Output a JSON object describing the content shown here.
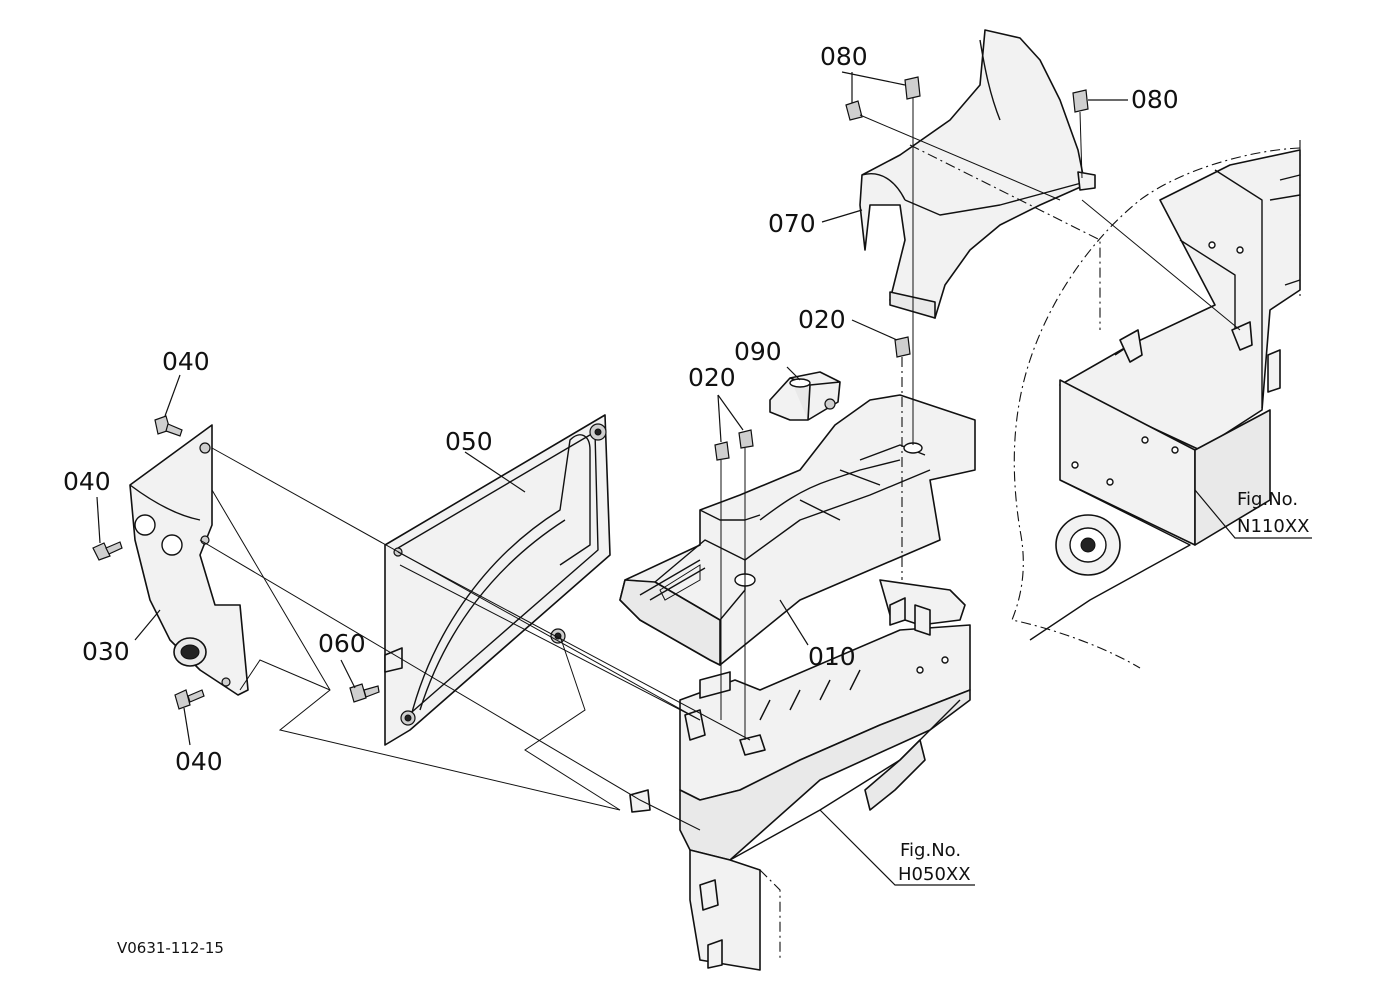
{
  "diagram": {
    "part_labels": {
      "p010": "010",
      "p020a": "020",
      "p020b": "020",
      "p030": "030",
      "p040a": "040",
      "p040b": "040",
      "p040c": "040",
      "p050": "050",
      "p060": "060",
      "p070": "070",
      "p080a": "080",
      "p080b": "080",
      "p090": "090"
    },
    "figure_refs": {
      "n110": {
        "prefix": "Fig.No.",
        "number": "N110XX"
      },
      "h050": {
        "prefix": "Fig.No.",
        "number": "H050XX"
      }
    },
    "drawing_code": "V0631-112-15"
  }
}
